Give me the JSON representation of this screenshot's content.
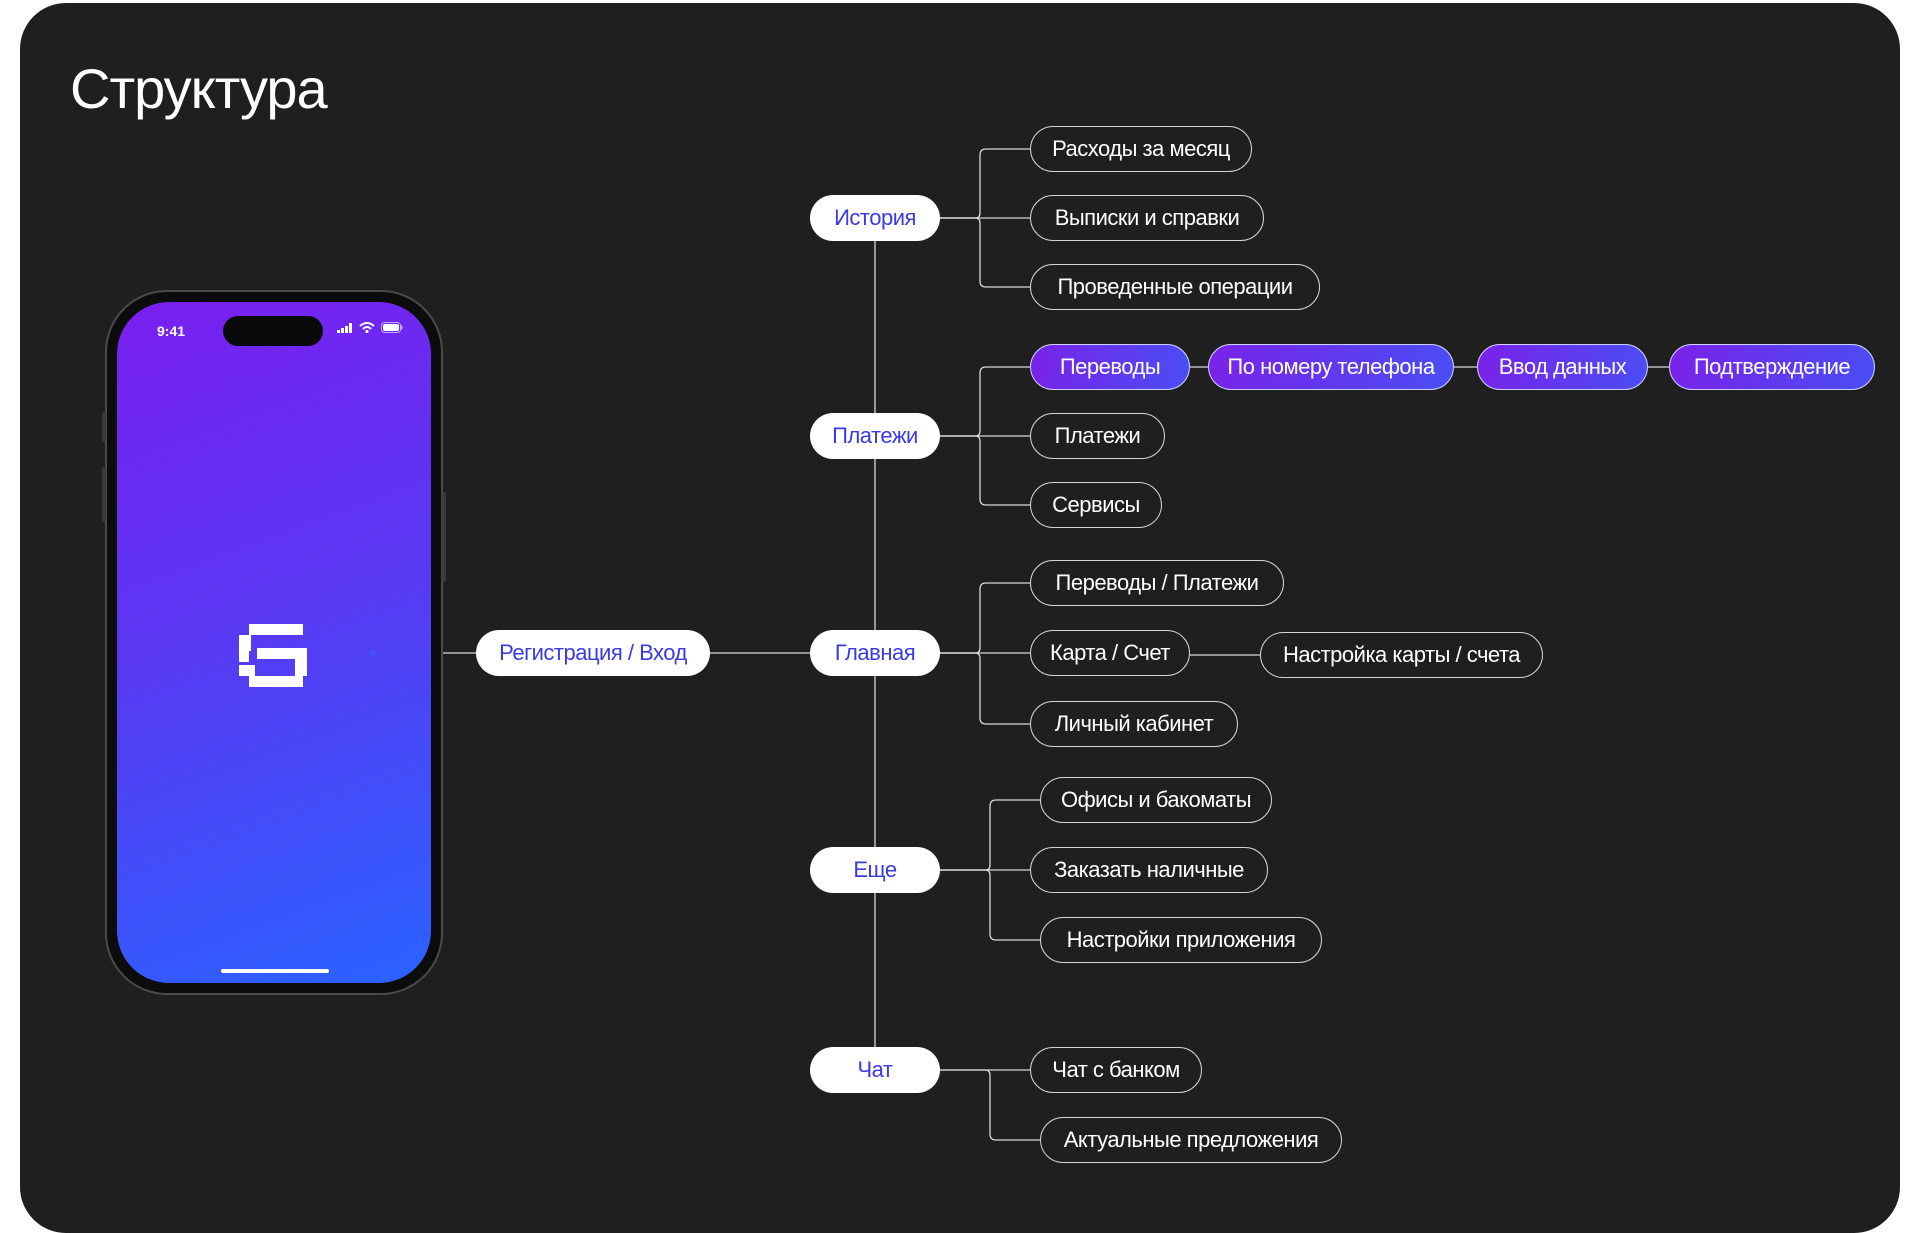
{
  "title": "Структура",
  "phone": {
    "time": "9:41"
  },
  "nodes": {
    "register": "Регистрация / Вход",
    "history": "История",
    "payments": "Платежи",
    "main": "Главная",
    "more": "Еще",
    "chat": "Чат",
    "expenses": "Расходы за месяц",
    "statements": "Выписки и справки",
    "operations": "Проведенные операции",
    "transfers": "Переводы",
    "by_phone": "По номеру телефона",
    "data_input": "Ввод данных",
    "confirm": "Подтверждение",
    "payments_sub": "Платежи",
    "services": "Сервисы",
    "transfers_payments": "Переводы / Платежи",
    "card_account": "Карта / Счет",
    "card_settings": "Настройка карты / счета",
    "cabinet": "Личный кабинет",
    "offices": "Офисы и бакоматы",
    "order_cash": "Заказать наличные",
    "app_settings": "Настройки приложения",
    "bank_chat": "Чат с банком",
    "offers": "Актуальные предложения"
  },
  "colors": {
    "background": "#1f1f1f",
    "accent_text": "#3a3ae6",
    "gradient_start": "#7a22e8",
    "gradient_end": "#4a4ef5"
  }
}
